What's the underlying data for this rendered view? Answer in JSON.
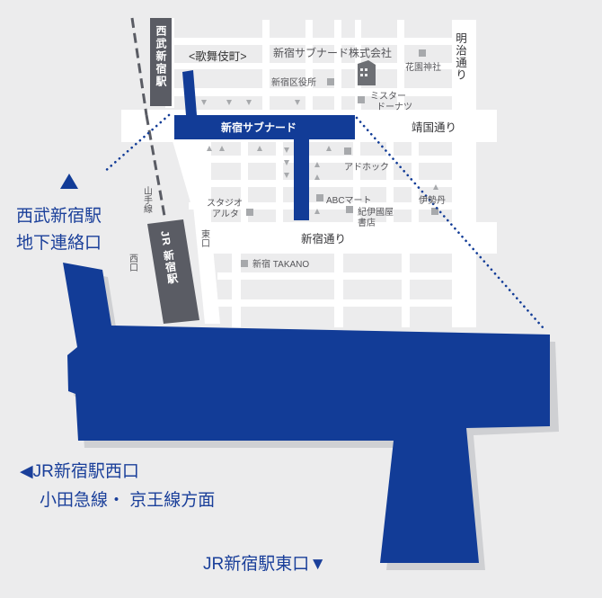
{
  "map": {
    "stations": {
      "seibu": "西武新宿駅",
      "jr": "JR 新宿駅"
    },
    "areas": {
      "kabukicho": "<歌舞伎町>",
      "subnade_arcade": "新宿サブナード"
    },
    "streets": {
      "meiji_dori": "明治通り",
      "yasukuni_dori": "靖国通り",
      "shinjuku_dori": "新宿通り",
      "yamanote_line": "山手線",
      "west_exit": "西口",
      "east_exit": "東口"
    },
    "landmarks": {
      "subnade_company": "新宿サブナード株式会社",
      "hanazono_jinja": "花園神社",
      "ward_office": "新宿区役所",
      "mister_donut_1": "ミスター",
      "mister_donut_2": "ドーナツ",
      "don_quijote": "アドホック",
      "abc_mart": "ABCマート",
      "kinokuniya_1": "紀伊國屋",
      "kinokuniya_2": "書店",
      "isetan": "伊勢丹",
      "studio_alta_1": "スタジオ",
      "studio_alta_2": "アルタ",
      "takano": "新宿 TAKANO"
    },
    "exits": {
      "seibu_connection_1": "西武新宿駅",
      "seibu_connection_2": "地下連絡口",
      "jr_west_1": "◀JR新宿駅西口",
      "jr_west_2": "小田急線・ 京王線方面",
      "jr_east": "JR新宿駅東口▼"
    },
    "colors": {
      "passage_blue": "#123c97",
      "background": "#ececed",
      "street": "#ffffff",
      "building_marker": "#a7a9ac",
      "station_gray": "#5a5c64"
    }
  }
}
